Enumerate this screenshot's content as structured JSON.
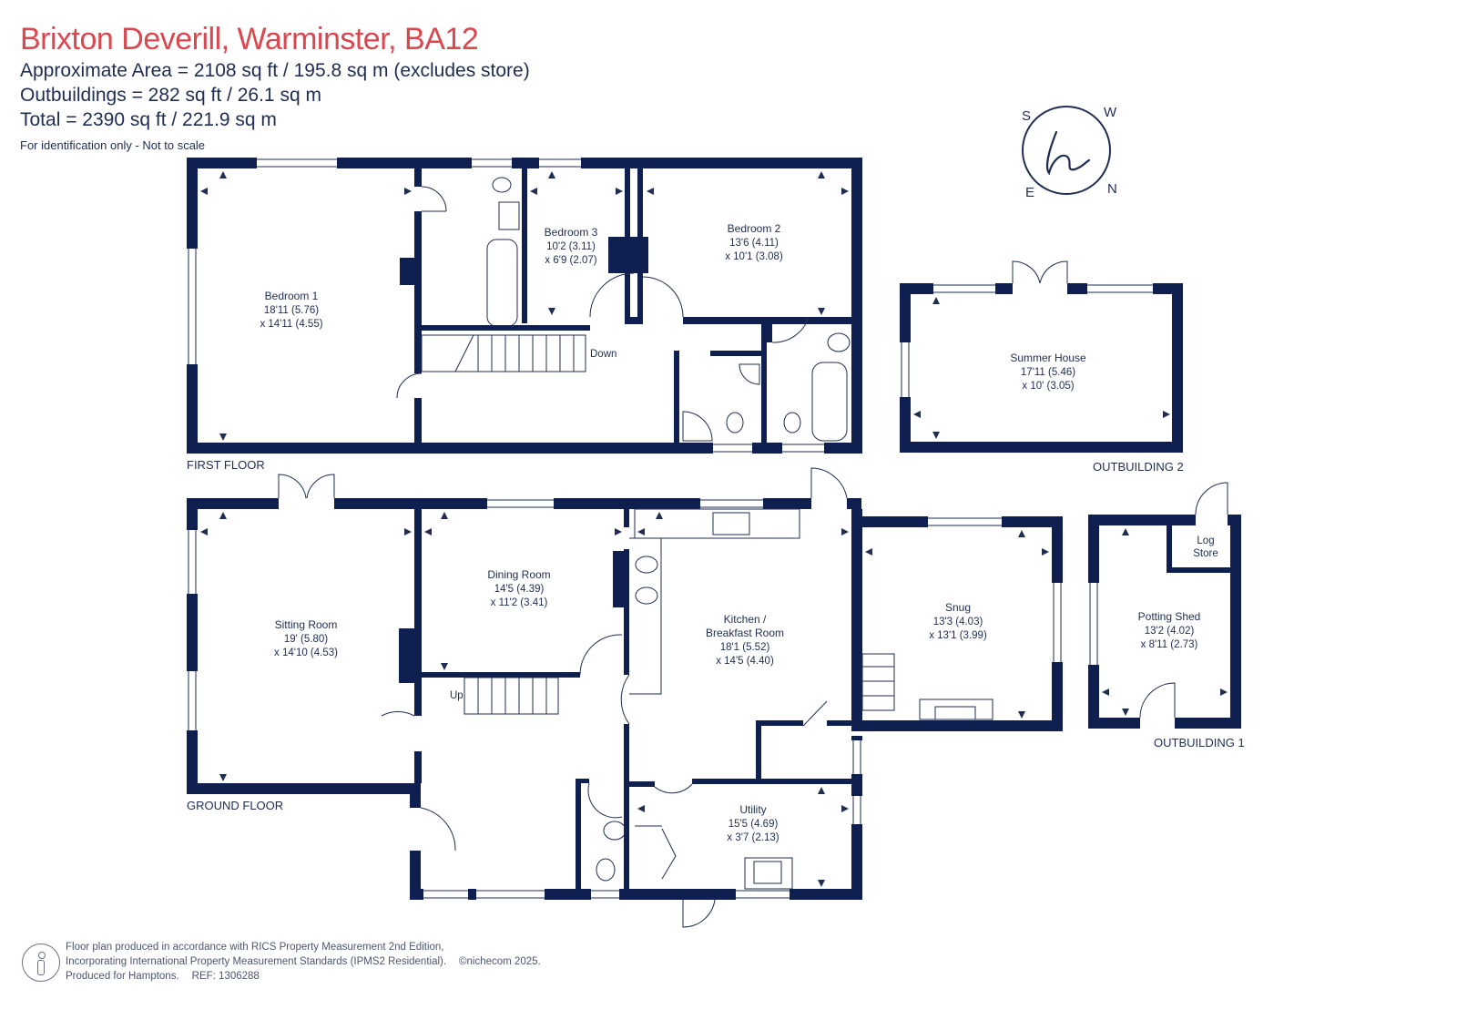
{
  "header": {
    "title": "Brixton Deverill, Warminster, BA12",
    "area_line": "Approximate Area = 2108 sq ft / 195.8 sq m (excludes store)",
    "outbuildings_line": "Outbuildings = 282 sq ft / 26.1 sq m",
    "total_line": "Total = 2390 sq ft / 221.9 sq m",
    "note": "For identification only - Not to scale"
  },
  "compass": {
    "letters": [
      "S",
      "W",
      "N",
      "E"
    ]
  },
  "floors": {
    "first": "FIRST FLOOR",
    "ground": "GROUND FLOOR",
    "outbuilding2": "OUTBUILDING 2",
    "outbuilding1": "OUTBUILDING 1"
  },
  "rooms": {
    "bedroom1": {
      "name": "Bedroom 1",
      "dim1": "18'11 (5.76)",
      "dim2": "x 14'11 (4.55)"
    },
    "bedroom3": {
      "name": "Bedroom 3",
      "dim1": "10'2 (3.11)",
      "dim2": "x 6'9 (2.07)"
    },
    "bedroom2": {
      "name": "Bedroom 2",
      "dim1": "13'6 (4.11)",
      "dim2": "x 10'1 (3.08)"
    },
    "summer_house": {
      "name": "Summer House",
      "dim1": "17'11 (5.46)",
      "dim2": "x 10' (3.05)"
    },
    "sitting_room": {
      "name": "Sitting Room",
      "dim1": "19' (5.80)",
      "dim2": "x 14'10 (4.53)"
    },
    "dining_room": {
      "name": "Dining Room",
      "dim1": "14'5 (4.39)",
      "dim2": "x 11'2 (3.41)"
    },
    "kitchen": {
      "name": "Kitchen /",
      "name2": "Breakfast Room",
      "dim1": "18'1 (5.52)",
      "dim2": "x 14'5 (4.40)"
    },
    "snug": {
      "name": "Snug",
      "dim1": "13'3 (4.03)",
      "dim2": "x 13'1 (3.99)"
    },
    "utility": {
      "name": "Utility",
      "dim1": "15'5 (4.69)",
      "dim2": "x 3'7 (2.13)"
    },
    "potting_shed": {
      "name": "Potting Shed",
      "dim1": "13'2 (4.02)",
      "dim2": "x 8'11 (2.73)"
    },
    "log_store": {
      "name": "Log",
      "name2": "Store"
    }
  },
  "stairs": {
    "down": "Down",
    "up": "Up"
  },
  "footer": {
    "line1": "Floor plan produced in accordance with RICS Property Measurement 2nd Edition,",
    "line2": "Incorporating International Property Measurement Standards (IPMS2 Residential).",
    "copyright": "©nichecom 2025.",
    "line3": "Produced for Hamptons.",
    "ref": "REF: 1306288"
  },
  "colors": {
    "wall": "#0f1f4f",
    "title": "#d9474f",
    "compass_letters": "#d9474f",
    "text": "#1f2d52"
  }
}
